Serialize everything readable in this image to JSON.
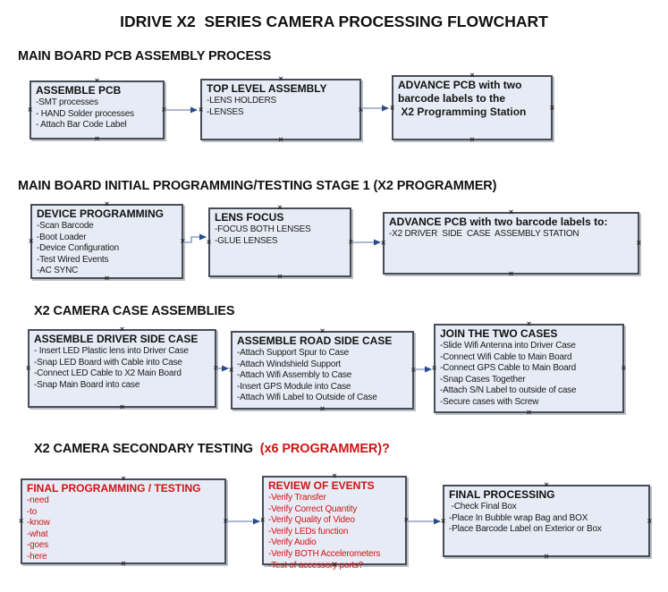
{
  "title": "IDRIVE X2  SERIES CAMERA PROCESSING FLOWCHART",
  "colors": {
    "box_fill": "#e7ebf5",
    "box_border": "#474d57",
    "red_accent": "#cf1414",
    "arrow_line": "#8fa3c2",
    "arrow_head": "#2a4a8c"
  },
  "sections": [
    {
      "heading": {
        "text": "MAIN BOARD PCB ASSEMBLY PROCESS",
        "red_text": ""
      },
      "boxes": [
        {
          "title": "ASSEMBLE PCB",
          "items": [
            "-SMT processes",
            "- HAND Solder processes",
            "- Attach Bar Code Label"
          ]
        },
        {
          "title": "TOP LEVEL ASSEMBLY",
          "items": [
            "-LENS HOLDERS",
            "-LENSES"
          ]
        },
        {
          "title": "ADVANCE PCB with two barcode labels to the",
          "items": [
            " X2 Programming Station"
          ],
          "items_bold": true
        }
      ]
    },
    {
      "heading": {
        "text": "MAIN BOARD INITIAL PROGRAMMING/TESTING STAGE 1 (X2 PROGRAMMER)",
        "red_text": ""
      },
      "boxes": [
        {
          "title": "DEVICE PROGRAMMING",
          "items": [
            "-Scan Barcode",
            "-Boot Loader",
            "-Device Configuration",
            "-Test Wired Events",
            "-AC SYNC"
          ]
        },
        {
          "title": "LENS FOCUS",
          "items": [
            "-FOCUS BOTH LENSES",
            "-GLUE LENSES"
          ]
        },
        {
          "title": "ADVANCE PCB with two barcode labels to:",
          "items": [
            "-X2 DRIVER  SIDE  CASE  ASSEMBLY STATION"
          ]
        }
      ]
    },
    {
      "heading": {
        "text": "X2 CAMERA CASE ASSEMBLIES",
        "red_text": ""
      },
      "boxes": [
        {
          "title": "ASSEMBLE DRIVER SIDE CASE",
          "items": [
            "- Insert LED Plastic lens into Driver Case",
            "-Snap LED Board with Cable into Case",
            "-Connect LED Cable to X2 Main Board",
            "-Snap Main Board into case"
          ]
        },
        {
          "title": "ASSEMBLE ROAD SIDE CASE",
          "items": [
            "-Attach Support Spur to Case",
            "-Attach Windshield Support",
            "-Attach Wifi Assembly to Case",
            "-Insert GPS Module into Case",
            "-Attach Wifi Label to Outside of Case"
          ]
        },
        {
          "title": "JOIN THE TWO CASES",
          "items": [
            "-Slide Wifi Antenna into Driver Case",
            "-Connect Wifi Cable to Main Board",
            "-Connect GPS Cable to Main Board",
            "-Snap Cases Together",
            "-Attach S/N Label to outside of case",
            "-Secure cases with Screw"
          ]
        }
      ]
    },
    {
      "heading": {
        "text": "X2 CAMERA SECONDARY TESTING ",
        "red_text": " (x6 PROGRAMMER)?"
      },
      "boxes": [
        {
          "title": "FINAL PROGRAMMING / TESTING",
          "items": [
            "-need",
            "-to",
            "-know",
            "-what",
            "-goes",
            "-here"
          ],
          "red": true
        },
        {
          "title": "REVIEW OF EVENTS",
          "items": [
            "-Verify Transfer",
            "-Verify Correct Quantity",
            "-Verify Quality of Video",
            "-Verify LEDs function",
            "-Verify Audio",
            "-Verify BOTH Accelerometers",
            "-Test of accessory ports?"
          ],
          "red": true
        },
        {
          "title": "FINAL PROCESSING",
          "items": [
            " -Check Final Box",
            "-Place In Bubble wrap Bag and BOX",
            "-Place Barcode Label on Exterior or Box"
          ]
        }
      ]
    }
  ]
}
